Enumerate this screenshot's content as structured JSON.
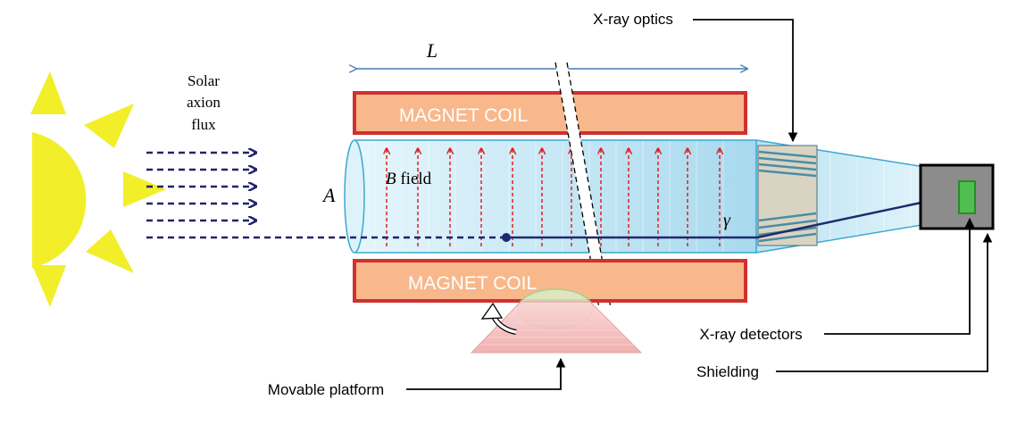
{
  "labels": {
    "solar_line1": "Solar",
    "solar_line2": "axion",
    "solar_line3": "flux",
    "length": "L",
    "area": "A",
    "field_symbol": "B",
    "field_word": " field",
    "gamma": "γ",
    "magnet_top": "MAGNET COIL",
    "magnet_bottom": "MAGNET COIL",
    "xray_optics": "X-ray optics",
    "xray_detectors": "X-ray detectors",
    "shielding": "Shielding",
    "platform": "Movable platform"
  },
  "colors": {
    "sun": "#f2ee2a",
    "magnet_fill": "#f8b88b",
    "magnet_border": "#d03030",
    "bore": "#bfe3f3",
    "bore_border": "#3aa8cf",
    "field_arrows": "#e02020",
    "axion_arrows": "#22236b",
    "photon_ray": "#1f2a6e",
    "length_arrow": "#4a7ab8",
    "platform": "#f3b5b5",
    "detector": "#4fbf4f",
    "shield": "#8c8c8c"
  }
}
